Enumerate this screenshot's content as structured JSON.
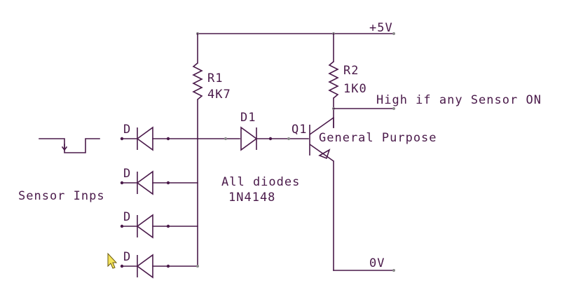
{
  "labels": {
    "vcc": "+5V",
    "gnd": "0V",
    "r1_name": "R1",
    "r1_value": "4K7",
    "r2_name": "R2",
    "r2_value": "1K0",
    "d1_name": "D1",
    "q1_name": "Q1",
    "q1_type": "General Purpose",
    "output_note": "High if any Sensor ON",
    "diode_note_line1": "All diodes",
    "diode_note_line2": "1N4148",
    "sensor_label": "Sensor Inps",
    "input_diode_1": "D",
    "input_diode_2": "D",
    "input_diode_3": "D",
    "input_diode_4": "D"
  },
  "colors": {
    "wire": "#4a1a4a",
    "pin": "#8a8a8a",
    "background": "#ffffff"
  }
}
